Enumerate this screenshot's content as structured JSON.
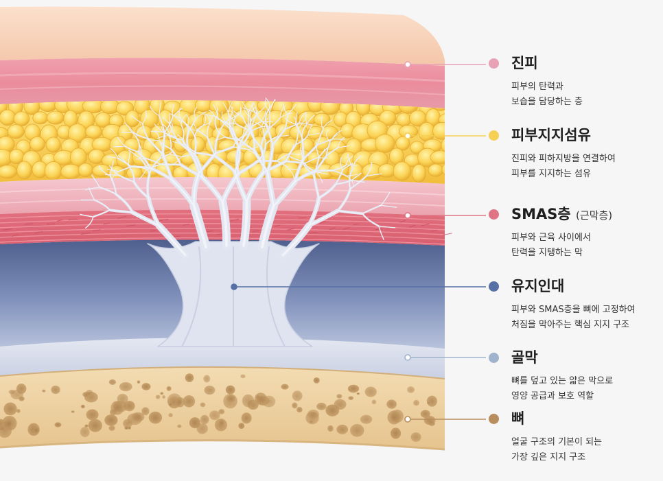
{
  "layers": [
    {
      "id": "dermis",
      "title": "진피",
      "subtitle": "",
      "desc": [
        "피부의 탄력과",
        "보습을 담당하는 층"
      ],
      "color": "#e8a1b5"
    },
    {
      "id": "retinacula-cutis",
      "title": "피부지지섬유",
      "subtitle": "",
      "desc": [
        "진피와 피하지방을 연결하여",
        "피부를 지지하는 섬유"
      ],
      "color": "#f6cf55"
    },
    {
      "id": "smas",
      "title": "SMAS층",
      "subtitle": "(근막층)",
      "desc": [
        "피부와 근육 사이에서",
        "탄력을 지탱하는 막"
      ],
      "color": "#e07484"
    },
    {
      "id": "retaining-ligament",
      "title": "유지인대",
      "subtitle": "",
      "desc": [
        "피부와 SMAS층을 뼈에 고정하여",
        "처짐을 막아주는 핵심 지지 구조"
      ],
      "color": "#5670a6"
    },
    {
      "id": "periosteum",
      "title": "골막",
      "subtitle": "",
      "desc": [
        "뼈를 덮고 있는 얇은 막으로",
        "영양 공급과 보호 역할"
      ],
      "color": "#9fb3cd"
    },
    {
      "id": "bone",
      "title": "뼈",
      "subtitle": "",
      "desc": [
        "얼굴 구조의 기본이 되는",
        "가장 깊은 지지 구조"
      ],
      "color": "#b88e5e"
    }
  ]
}
